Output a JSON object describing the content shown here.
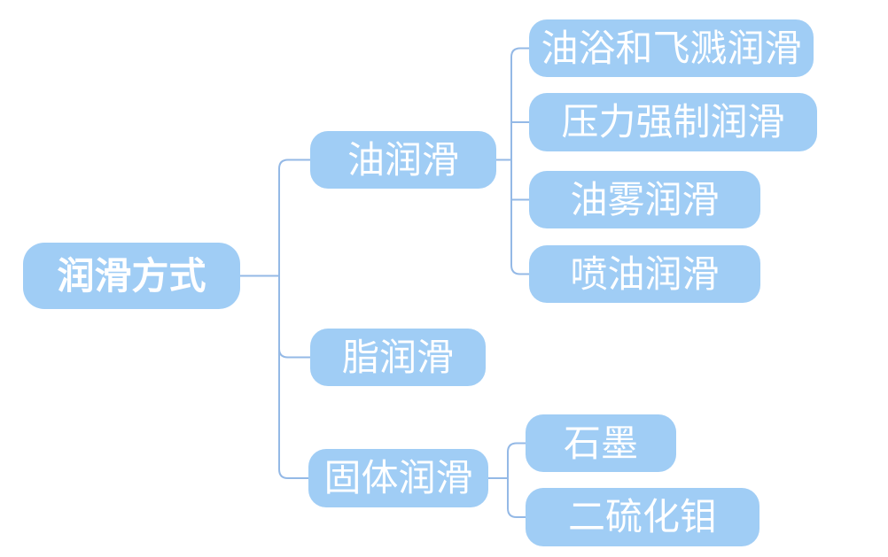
{
  "colors": {
    "node_fill": "#A0CDF5",
    "connector": "#94B9E6",
    "text": "#FFFFFF",
    "background": "#FFFFFF"
  },
  "nodes": {
    "root": {
      "label": "润滑方式"
    },
    "branches": [
      {
        "label": "油润滑",
        "children": [
          {
            "label": "油浴和飞溅润滑"
          },
          {
            "label": "压力强制润滑"
          },
          {
            "label": "油雾润滑"
          },
          {
            "label": "喷油润滑"
          }
        ]
      },
      {
        "label": "脂润滑",
        "children": []
      },
      {
        "label": "固体润滑",
        "children": [
          {
            "label": "石墨"
          },
          {
            "label": "二硫化钼"
          }
        ]
      }
    ]
  }
}
